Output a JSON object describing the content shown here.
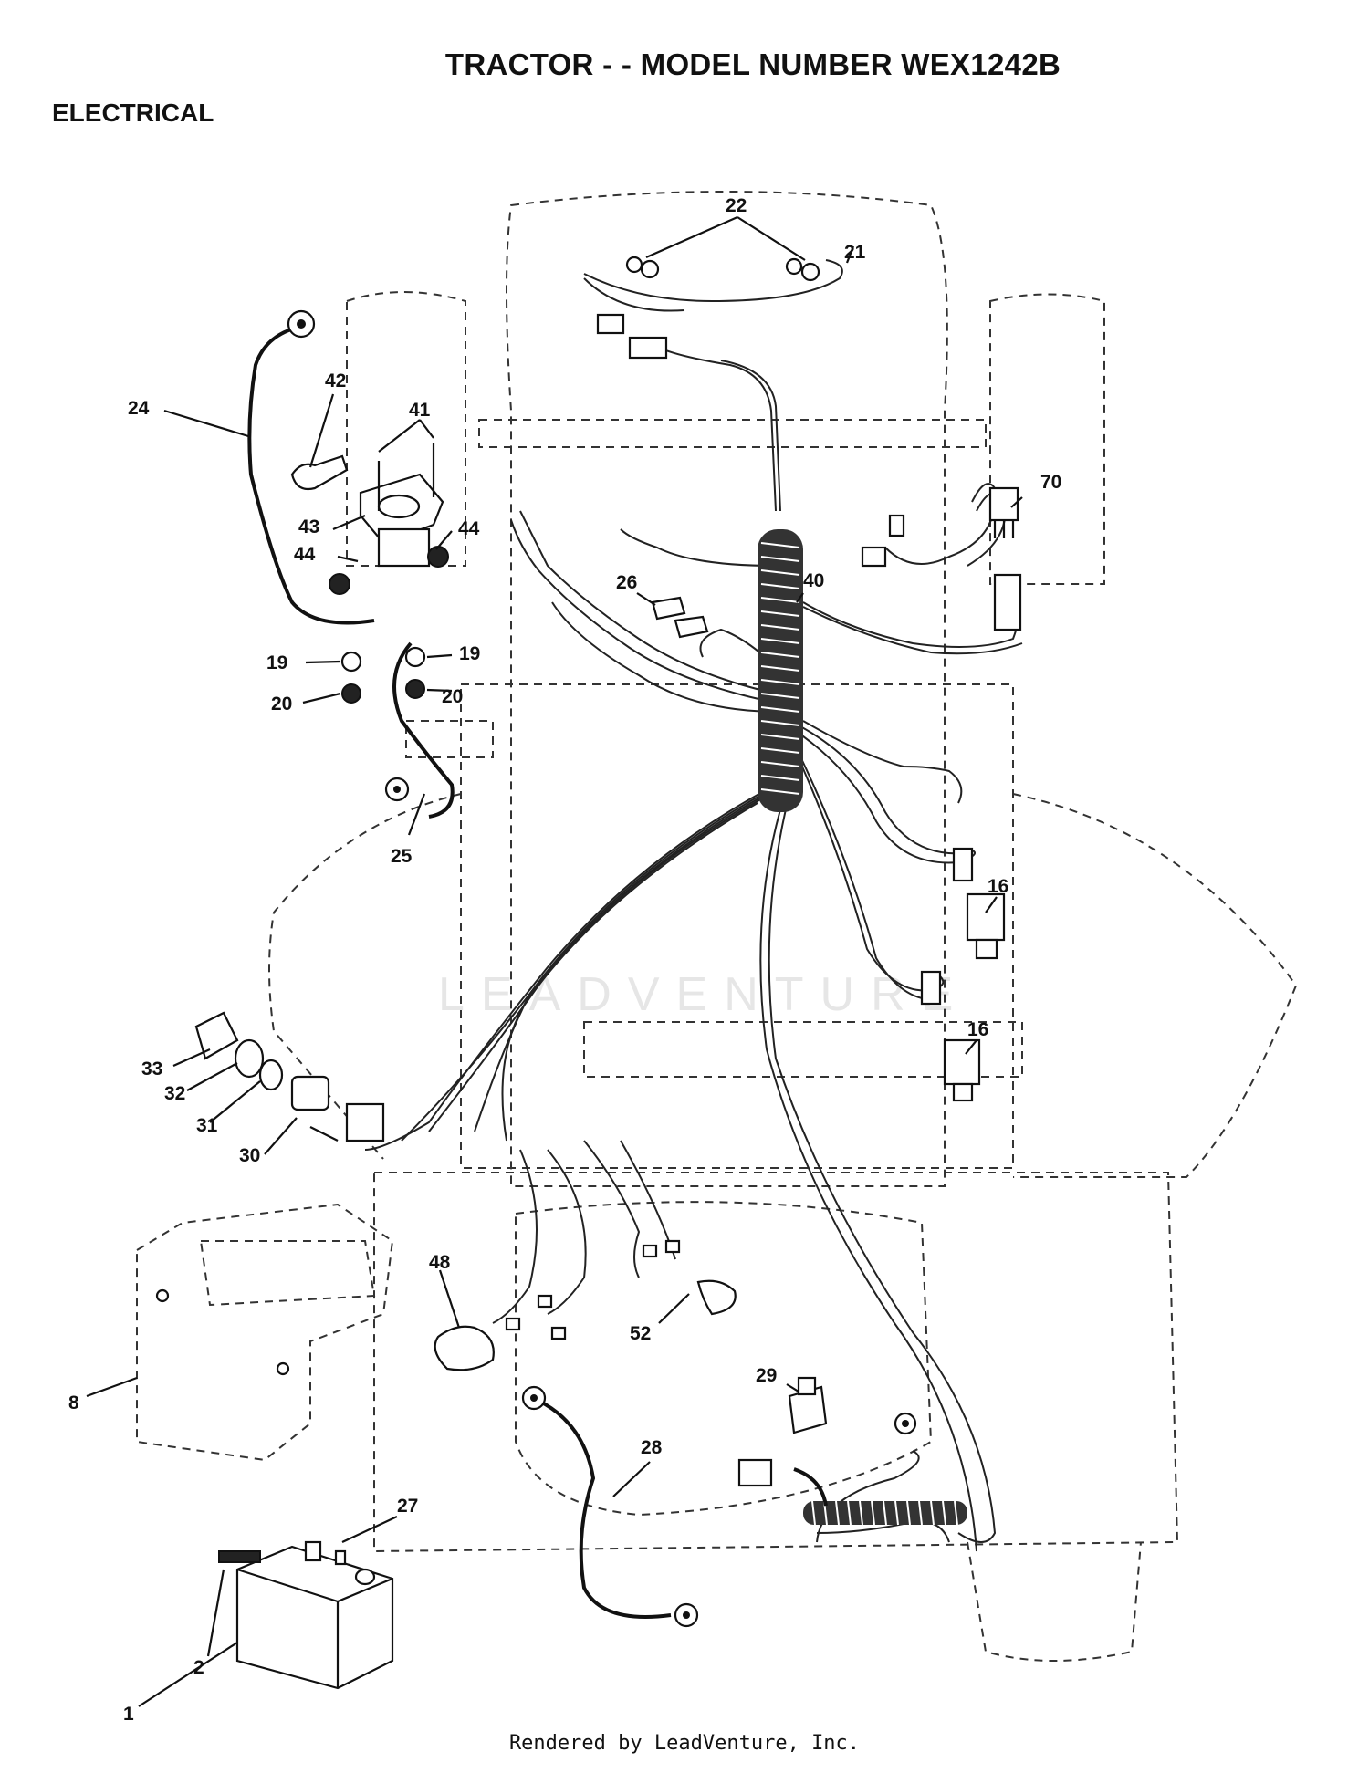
{
  "header": {
    "title": "TRACTOR - - MODEL NUMBER WEX1242B",
    "section": "ELECTRICAL"
  },
  "watermark": {
    "text": "LEADVENTURE"
  },
  "callouts": {
    "c1": "1",
    "c2": "2",
    "c8": "8",
    "c16a": "16",
    "c16b": "16",
    "c19a": "19",
    "c19b": "19",
    "c20a": "20",
    "c20b": "20",
    "c21": "21",
    "c22": "22",
    "c24": "24",
    "c25": "25",
    "c26": "26",
    "c27": "27",
    "c28": "28",
    "c29": "29",
    "c30": "30",
    "c31": "31",
    "c32": "32",
    "c33": "33",
    "c40": "40",
    "c41": "41",
    "c42": "42",
    "c43": "43",
    "c44a": "44",
    "c44b": "44",
    "c48": "48",
    "c52": "52",
    "c70": "70"
  },
  "footer": {
    "text": "Rendered by LeadVenture, Inc."
  }
}
